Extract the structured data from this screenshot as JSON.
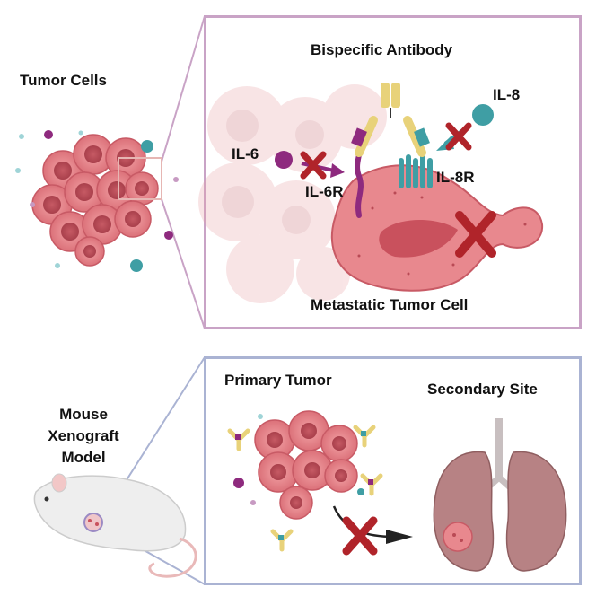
{
  "top_panel": {
    "title": "Bispecific Antibody",
    "left_label": "Tumor Cells",
    "il6": "IL-6",
    "il6r": "IL-6R",
    "il8": "IL-8",
    "il8r": "IL-8R",
    "cell_label": "Metastatic Tumor Cell"
  },
  "bottom_panel": {
    "left_label_lines": [
      "Mouse",
      "Xenograft",
      "Model"
    ],
    "primary": "Primary Tumor",
    "secondary": "Secondary Site"
  },
  "colors": {
    "top_border": "#c9a3c6",
    "bottom_border": "#aab3d3",
    "tumor": "#e8888e",
    "tumor_dark": "#b94a55",
    "il6": "#8e2a7e",
    "il8": "#3f9ea4",
    "inhibit_x": "#b0242a",
    "antibody_yellow": "#e8d27a",
    "lung": "#b78284"
  }
}
